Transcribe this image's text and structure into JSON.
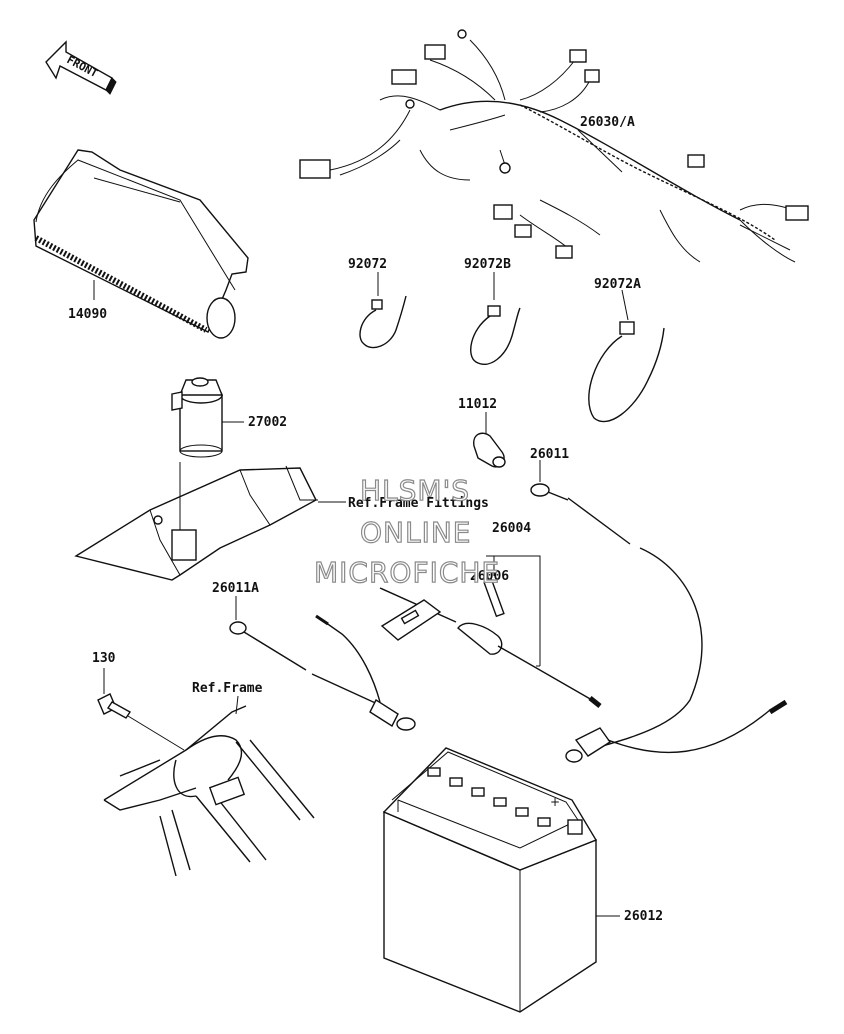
{
  "front_arrow": {
    "label": "FRONT"
  },
  "parts": {
    "harness": "26030/A",
    "cover": "14090",
    "clamp_a": "92072",
    "clamp_b": "92072B",
    "clamp_c": "92072A",
    "relay": "27002",
    "cap": "11012",
    "cable_pos": "26011",
    "cable_set": "26004",
    "fuse": "26006",
    "cable_neg": "26011A",
    "bolt": "130",
    "battery": "26012"
  },
  "references": {
    "frame_fittings": "Ref.Frame Fittings",
    "frame": "Ref.Frame"
  },
  "watermark": {
    "line1": "HLSM'S",
    "line2": "ONLINE",
    "line3": "MICROFICHE"
  }
}
